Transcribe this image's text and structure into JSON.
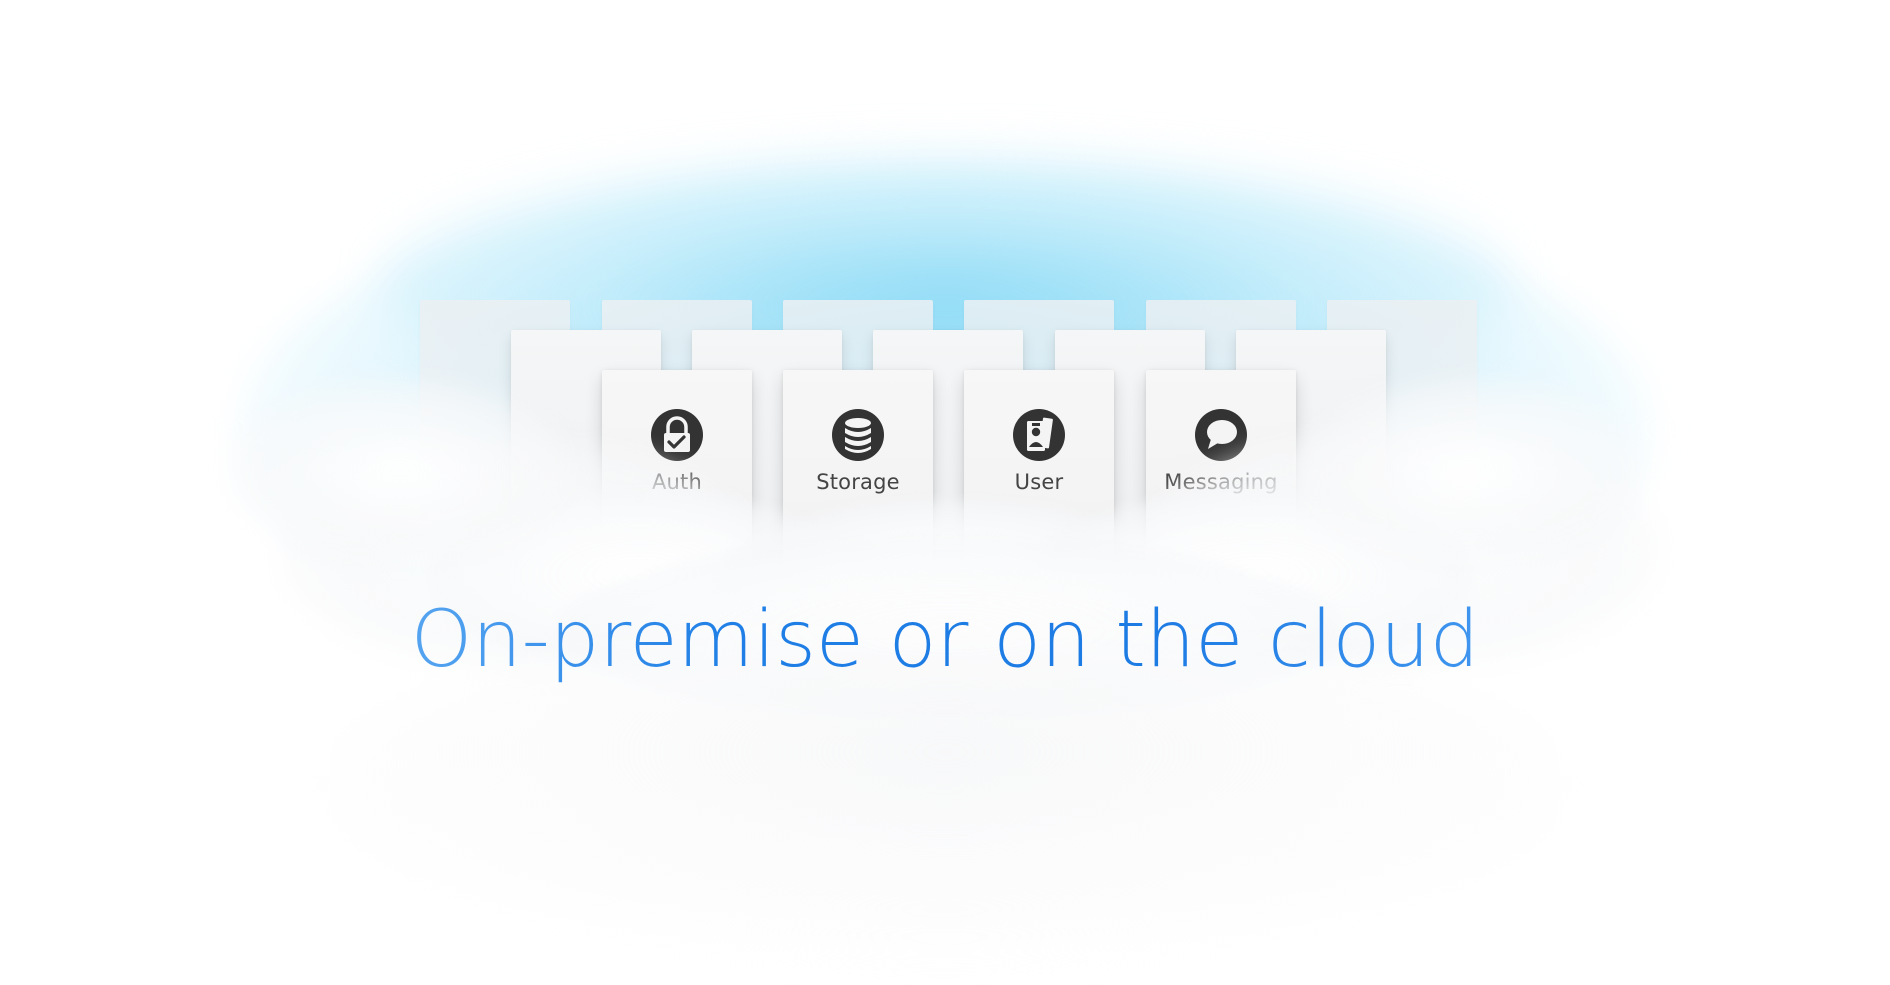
{
  "headline": "On-premise or on the cloud",
  "cards": [
    {
      "label": "Auth",
      "icon": "lock-check-icon"
    },
    {
      "label": "Storage",
      "icon": "database-icon"
    },
    {
      "label": "User",
      "icon": "user-badge-icon"
    },
    {
      "label": "Messaging",
      "icon": "speech-bubble-icon"
    }
  ],
  "colors": {
    "headline": "#1f7fe6",
    "icon": "#333333",
    "label": "#444444",
    "sky": "#a6e3f7"
  }
}
